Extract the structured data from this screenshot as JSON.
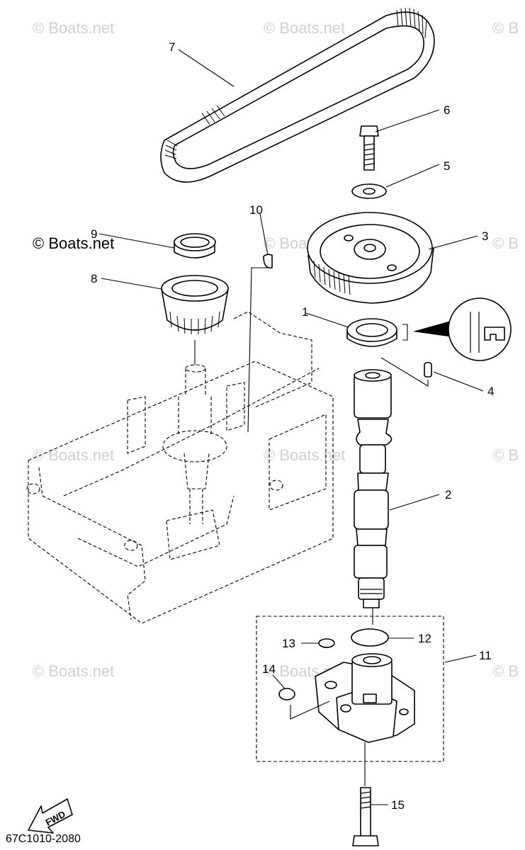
{
  "watermarks": {
    "text_full": "© Boats.net",
    "text_partial": "© B"
  },
  "callouts": [
    "1",
    "2",
    "3",
    "4",
    "5",
    "6",
    "7",
    "8",
    "9",
    "10",
    "11",
    "12",
    "13",
    "14",
    "15"
  ],
  "fwd_label": "FWD",
  "diagram_code": "67C1010-2080"
}
